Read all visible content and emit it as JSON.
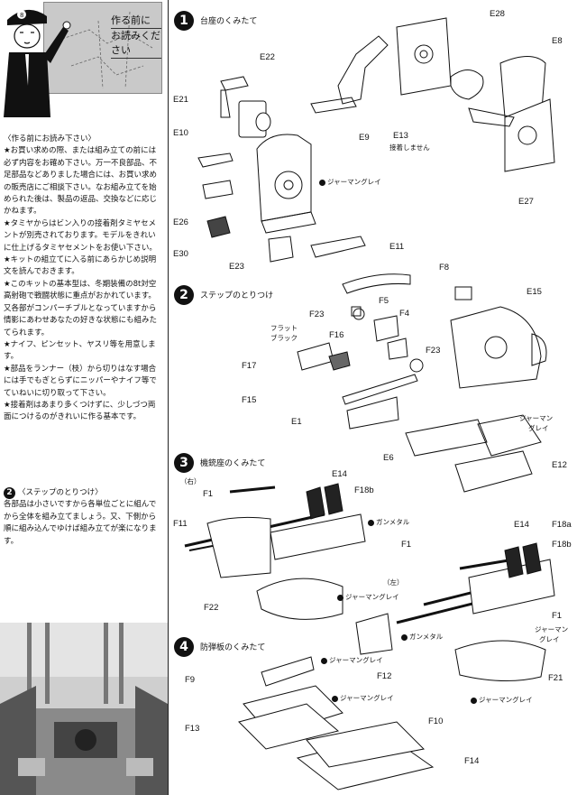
{
  "header": {
    "sign_line1": "作る前に",
    "sign_line2": "お読みください",
    "cap_badge": "8"
  },
  "notes": {
    "title": "〈作る前にお読み下さい〉",
    "paragraphs": [
      "★お買い求めの際、または組み立ての前には必ず内容をお確め下さい。万一不良部品、不足部品などありました場合には、お買い求めの販売店にご相談下さい。なお組み立てを始められた後は、製品の返品、交換などに応じかねます。",
      "★タミヤからはビン入りの接着剤タミヤセメントが別売されております。モデルをきれいに仕上げるタミヤセメントをお使い下さい。",
      "★キットの組立てに入る前にあらかじめ説明文を読んでおきます。",
      "★このキットの基本型は、冬期装備の8t対空高射砲で戦闘状態に重点がおかれています。又各部がコンパーチブルとなっていますから情影にあわせあなたの好きな状態にも組みたてられます。",
      "★ナイフ、ピンセット、ヤスリ等を用意します。",
      "★部品をランナー（枝）から切りはなす場合には手でもぎとらずにニッパーやナイフ等でていねいに切り取って下さい。",
      "★接着剤はあまり多くつけずに、少しづつ両面につけるのがきれいに作る基本です。"
    ]
  },
  "step_note": {
    "num": "2",
    "title": "〈ステップのとりつけ〉",
    "text": "各部品は小さいですから各単位ごとに組んでから全体を組み立てましょう。又、下側から順に組み込んでゆけば組み立てが楽になります。"
  },
  "steps": [
    {
      "num": "1",
      "title": "台座のくみたて"
    },
    {
      "num": "2",
      "title": "ステップのとりつけ"
    },
    {
      "num": "3",
      "title": "機銃座のくみたて"
    },
    {
      "num": "4",
      "title": "防弾板のくみたて"
    }
  ],
  "labels": {
    "e28": "E28",
    "e8": "E8",
    "e9": "E9",
    "e13": "E13",
    "e27": "E27",
    "e22": "E22",
    "e21": "E21",
    "e10": "E10",
    "e26": "E26",
    "e30": "E30",
    "e23": "E23",
    "e11": "E11",
    "f8": "F8",
    "e15": "E15",
    "f23a": "F23",
    "f5": "F5",
    "f4": "F4",
    "f16": "F16",
    "f17": "F17",
    "f23b": "F23",
    "f15": "F15",
    "e1": "E1",
    "e6": "E6",
    "e12": "E12",
    "f1a": "F1",
    "e14a": "E14",
    "f18b_a": "F18b",
    "f11": "F11",
    "f1b": "F1",
    "f22": "F22",
    "e14b": "E14",
    "f18a": "F18a",
    "f18b_b": "F18b",
    "f1c": "F1",
    "f12": "F12",
    "f21": "F21",
    "f9": "F9",
    "f13": "F13",
    "f10": "F10",
    "f14": "F14"
  },
  "notes_small": {
    "no_glue": "接着しません",
    "german_grey": "ジャーマングレイ",
    "flat_black_1": "フラット",
    "flat_black_2": "ブラック",
    "gunmetal": "ガンメタル",
    "german_1": "ジャーマン",
    "german_2": "グレイ",
    "right": "（右）",
    "left": "（左）"
  }
}
